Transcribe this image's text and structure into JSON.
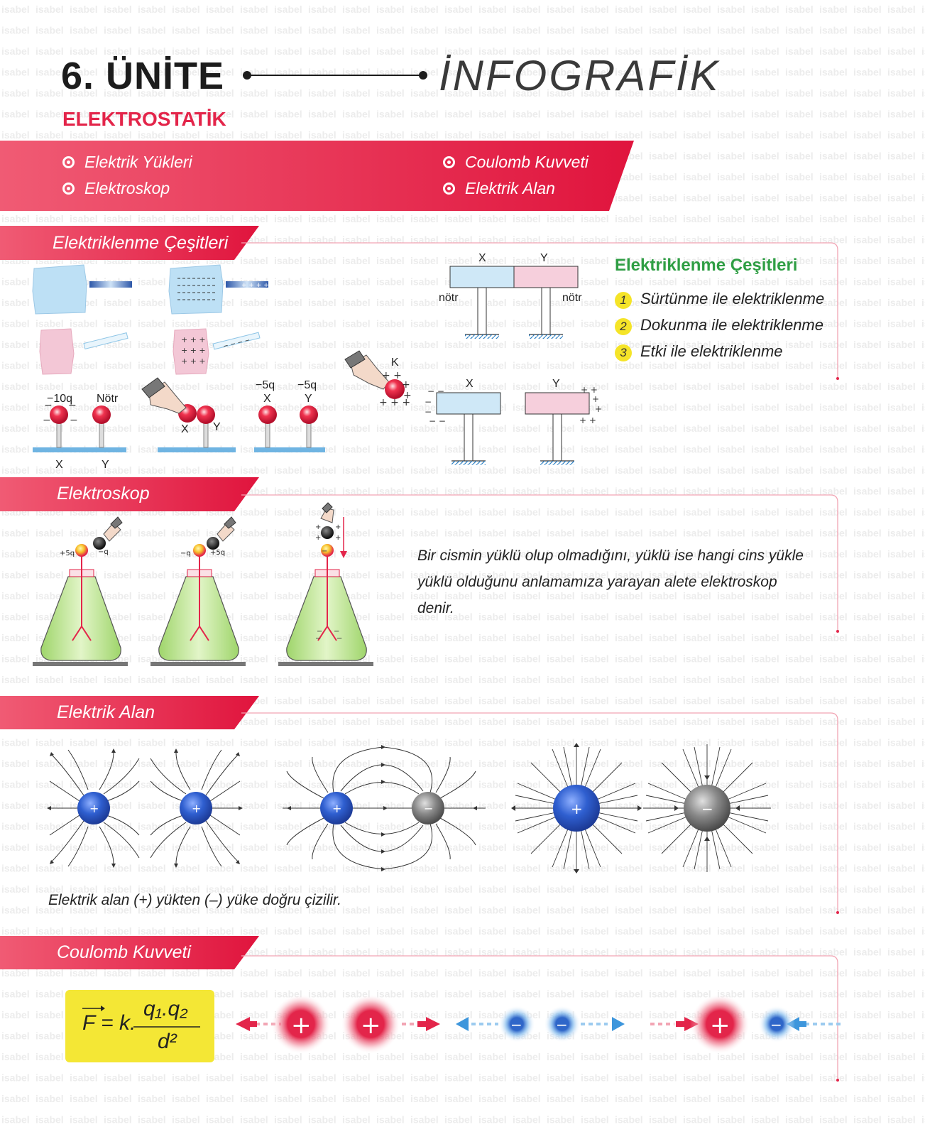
{
  "header": {
    "unit": "6. ÜNİTE",
    "infographic": "İNFOGRAFİK",
    "subject": "ELEKTROSTATİK"
  },
  "topics": [
    "Elektrik Yükleri",
    "Elektroskop",
    "Coulomb Kuvveti",
    "Elektrik Alan"
  ],
  "sections": {
    "electrification": {
      "label": "Elektriklenme Çeşitleri",
      "title": "Elektriklenme Çeşitleri",
      "items": [
        {
          "num": "1",
          "text": "Sürtünme ile elektriklenme"
        },
        {
          "num": "2",
          "text": "Dokunma ile elektriklenme"
        },
        {
          "num": "3",
          "text": "Etki ile elektriklenme"
        }
      ],
      "labels": {
        "neg10q": "−10q",
        "notr_cap": "Nötr",
        "x": "X",
        "y": "Y",
        "neg5q": "−5q",
        "k": "K",
        "notr": "nötr"
      }
    },
    "electroscope": {
      "label": "Elektroskop",
      "description": "Bir cismin yüklü olup olmadığını, yüklü ise hangi cins yükle yüklü olduğunu anlamamıza yarayan alete elektroskop denir.",
      "charges": {
        "p5q": "+5q",
        "nq": "−q"
      }
    },
    "field": {
      "label": "Elektrik Alan",
      "note": "Elektrik alan (+) yükten (–) yüke doğru çizilir."
    },
    "coulomb": {
      "label": "Coulomb Kuvveti",
      "formula": {
        "lhs": "F = k.",
        "numerator": "q₁.q₂",
        "denominator": "d²"
      }
    }
  },
  "watermark": "isabel",
  "colors": {
    "accent": "#e3254a",
    "green": "#2f9e44",
    "highlight": "#f4e735",
    "positive": "#e3254a",
    "negative": "#2f66c9"
  }
}
